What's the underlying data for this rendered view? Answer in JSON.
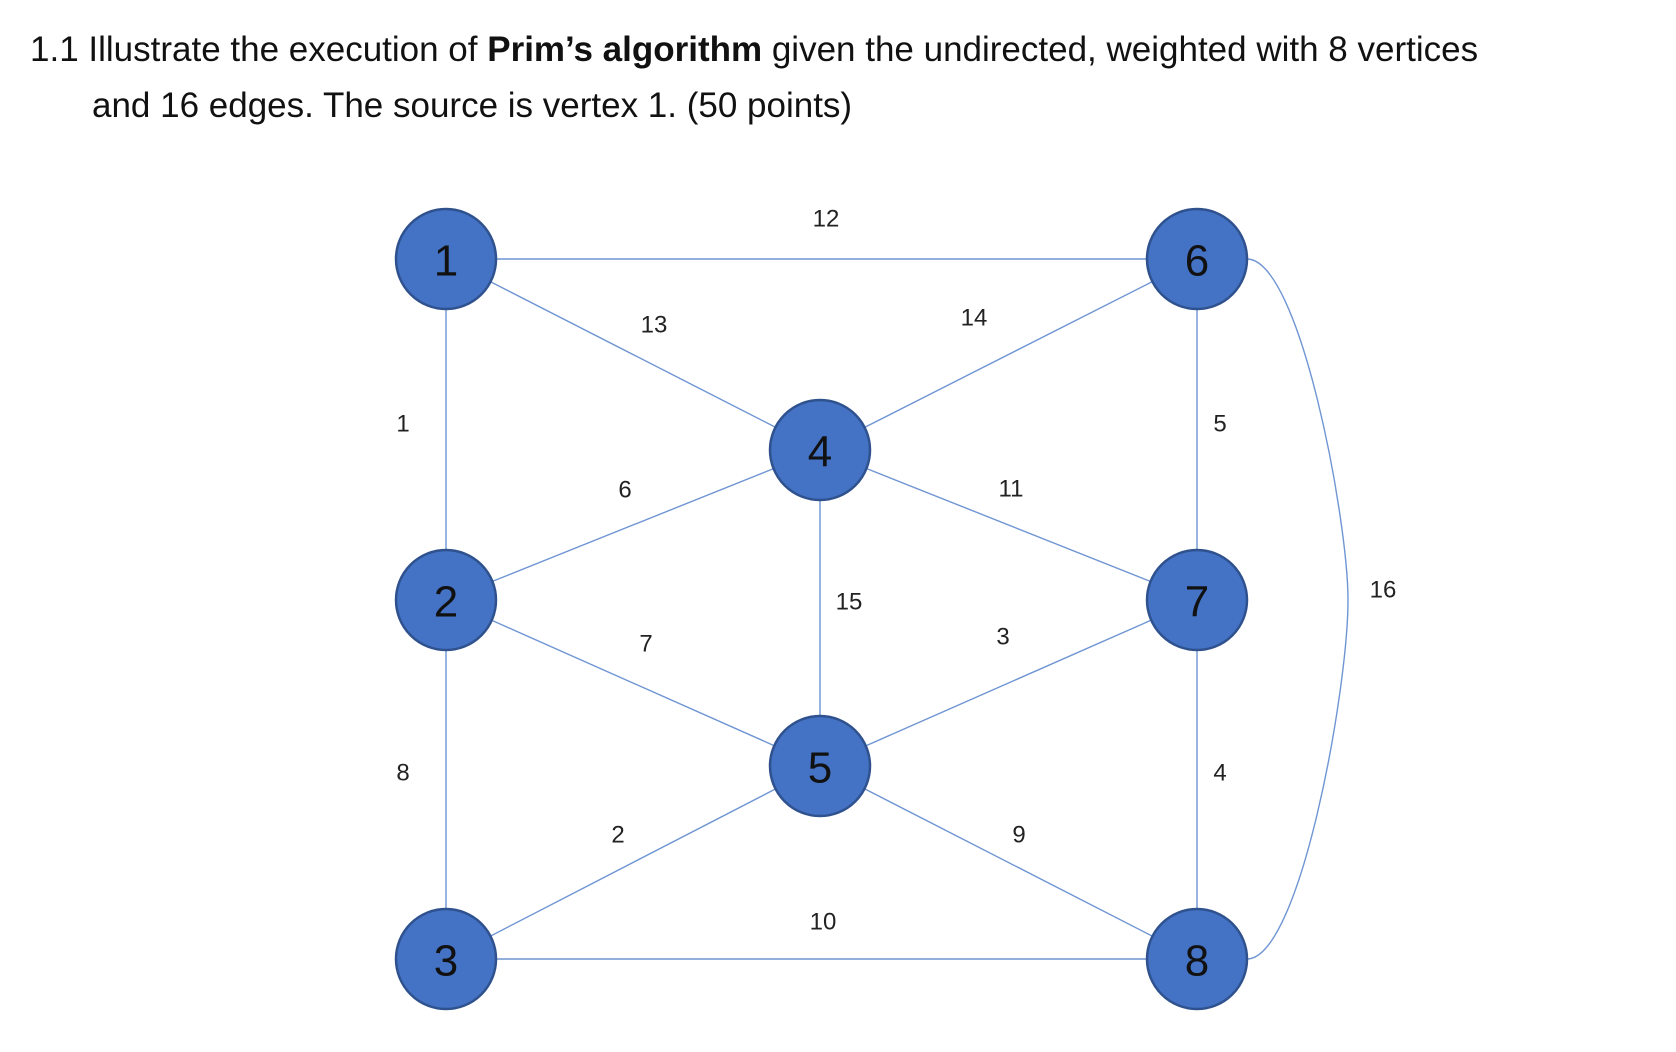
{
  "question": {
    "line1_prefix": "1.1 Illustrate the execution of ",
    "line1_bold": "Prim’s algorithm",
    "line1_suffix": " given the undirected, weighted with 8 vertices",
    "line2": "and 16 edges. The source is vertex 1. (50 points)"
  },
  "graph": {
    "colors": {
      "node_fill": "#4472c4",
      "node_stroke": "#2f528f",
      "edge": "#6f95d3",
      "text": "#111111"
    },
    "vertices": [
      {
        "id": "1",
        "label": "1"
      },
      {
        "id": "2",
        "label": "2"
      },
      {
        "id": "3",
        "label": "3"
      },
      {
        "id": "4",
        "label": "4"
      },
      {
        "id": "5",
        "label": "5"
      },
      {
        "id": "6",
        "label": "6"
      },
      {
        "id": "7",
        "label": "7"
      },
      {
        "id": "8",
        "label": "8"
      }
    ],
    "edges": [
      {
        "from": "1",
        "to": "6",
        "weight": "12"
      },
      {
        "from": "1",
        "to": "4",
        "weight": "13"
      },
      {
        "from": "4",
        "to": "6",
        "weight": "14"
      },
      {
        "from": "1",
        "to": "2",
        "weight": "1"
      },
      {
        "from": "6",
        "to": "7",
        "weight": "5"
      },
      {
        "from": "2",
        "to": "4",
        "weight": "6"
      },
      {
        "from": "4",
        "to": "7",
        "weight": "11"
      },
      {
        "from": "4",
        "to": "5",
        "weight": "15"
      },
      {
        "from": "6",
        "to": "8",
        "weight": "16"
      },
      {
        "from": "2",
        "to": "5",
        "weight": "7"
      },
      {
        "from": "5",
        "to": "7",
        "weight": "3"
      },
      {
        "from": "2",
        "to": "3",
        "weight": "8"
      },
      {
        "from": "7",
        "to": "8",
        "weight": "4"
      },
      {
        "from": "3",
        "to": "5",
        "weight": "2"
      },
      {
        "from": "5",
        "to": "8",
        "weight": "9"
      },
      {
        "from": "3",
        "to": "8",
        "weight": "10"
      }
    ]
  }
}
